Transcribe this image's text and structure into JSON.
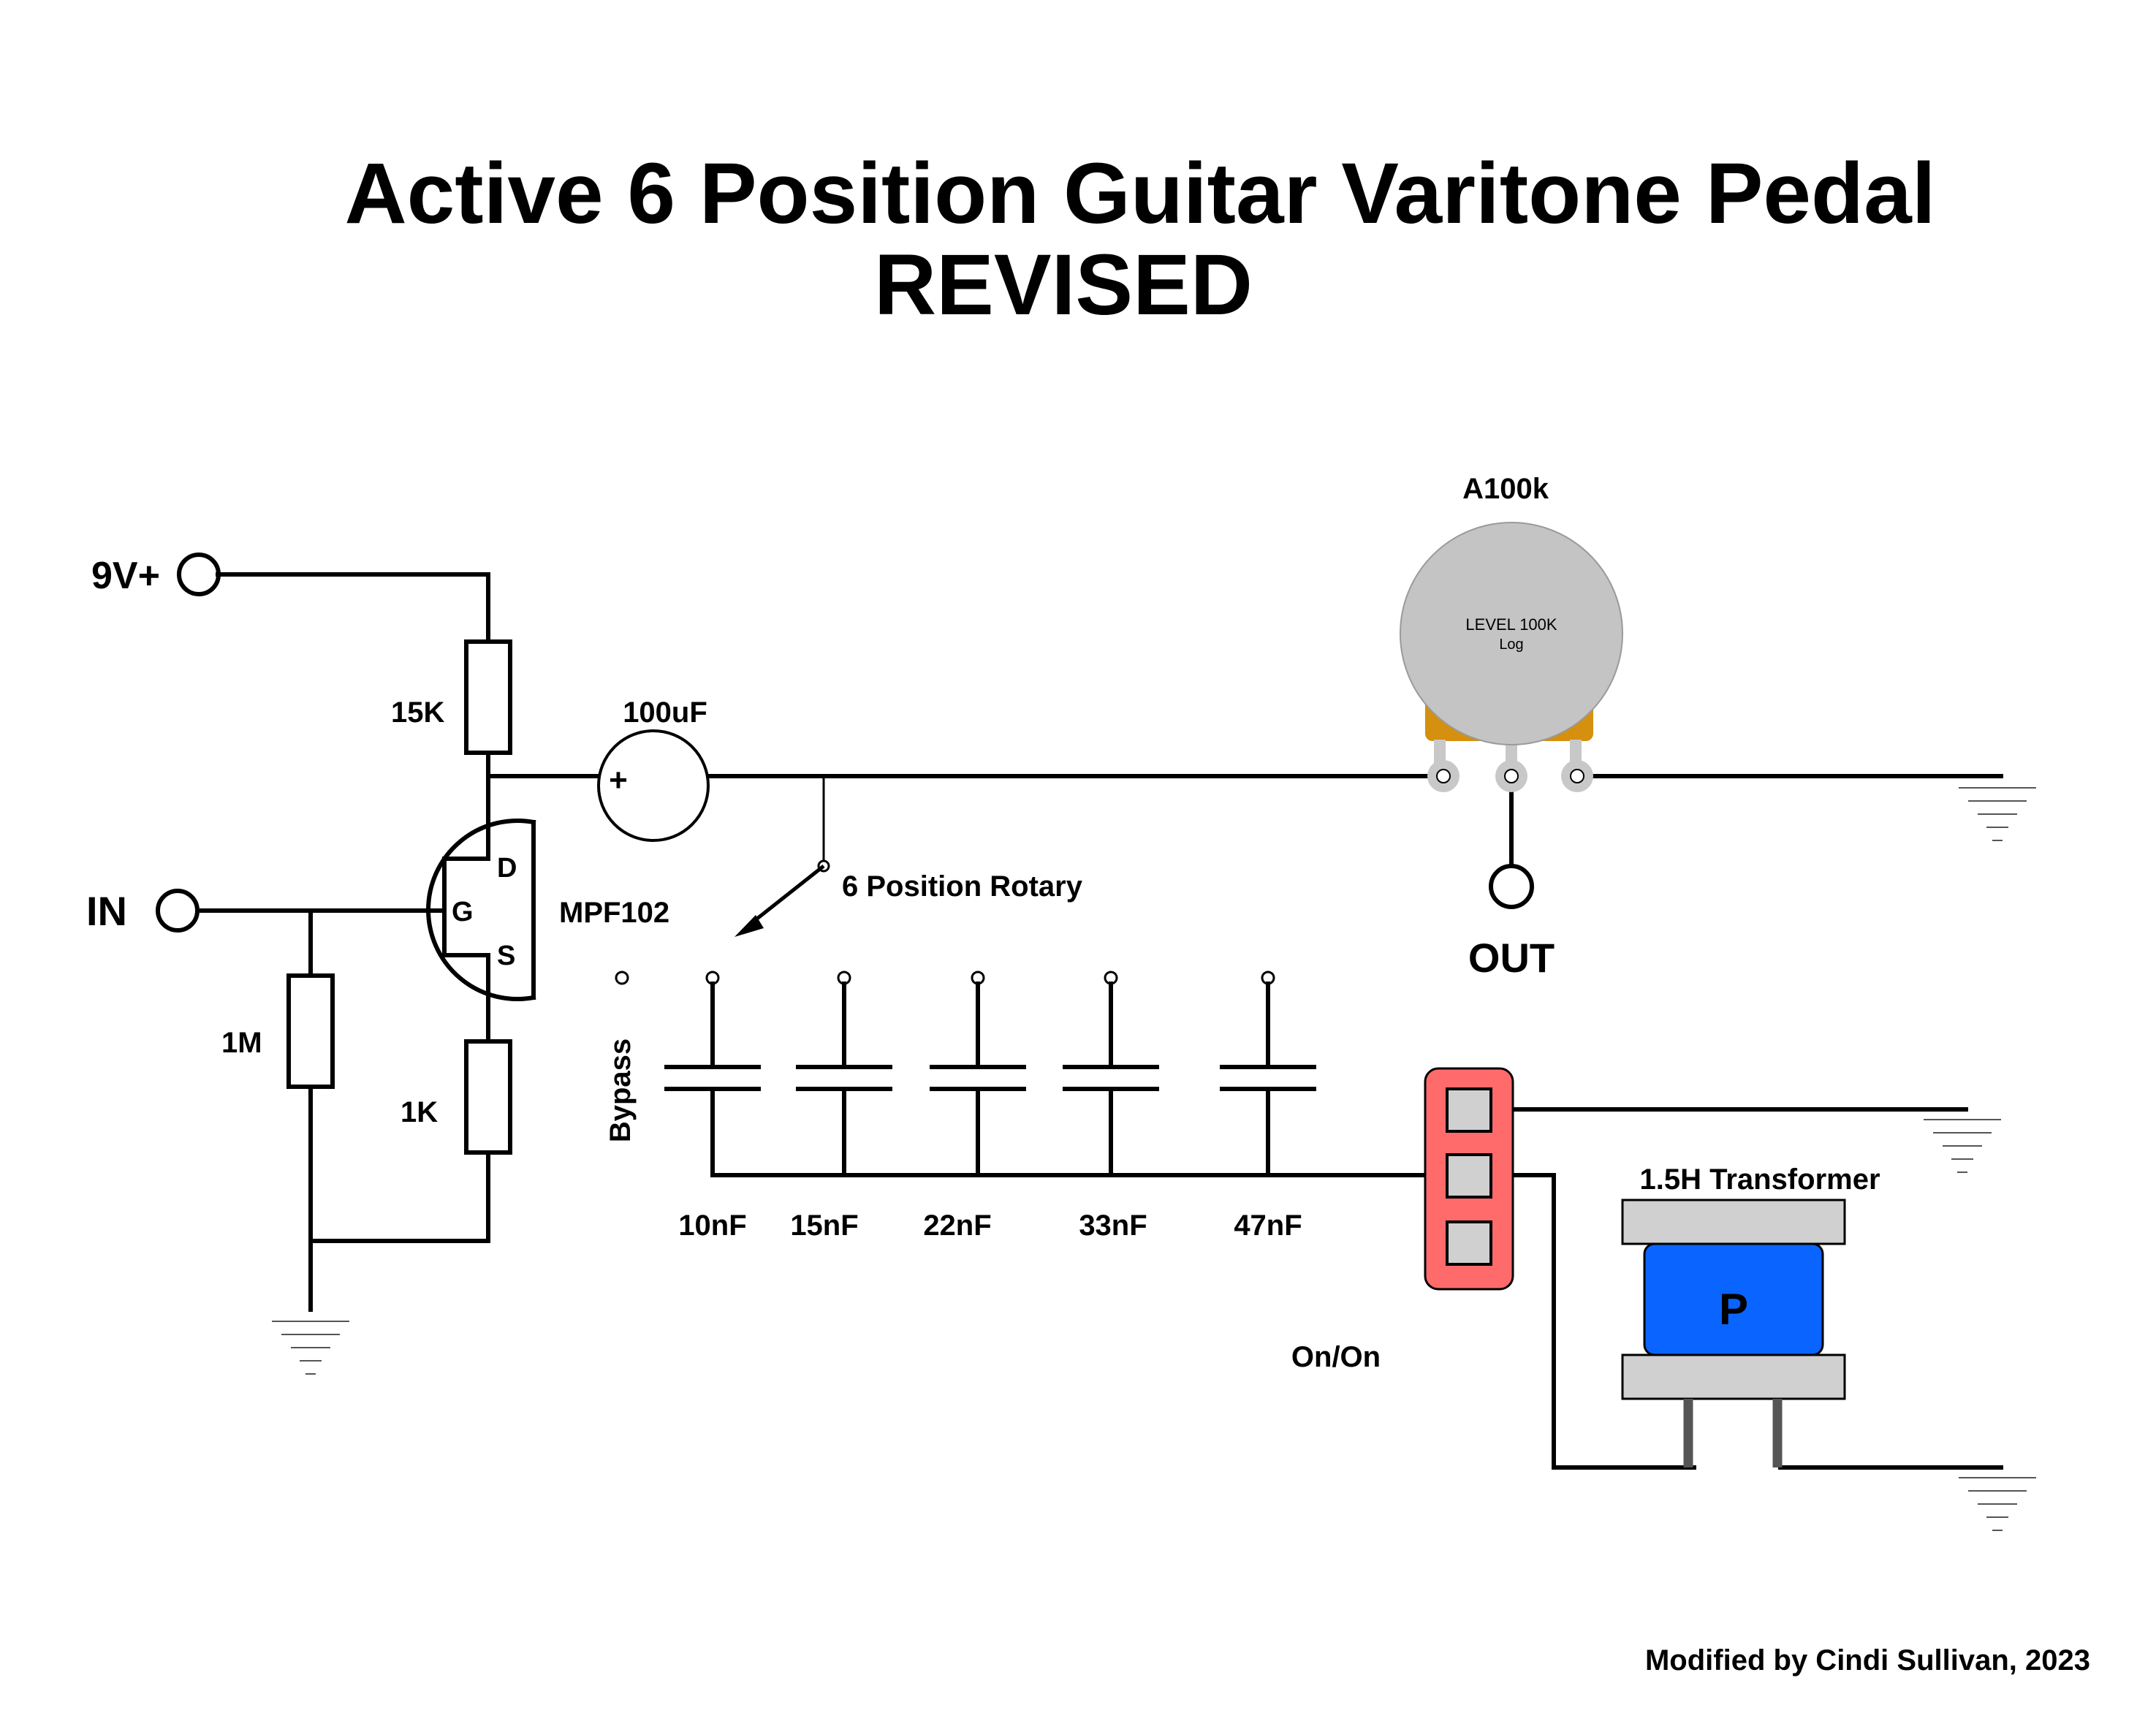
{
  "title": {
    "line1": "Active 6 Position Guitar Varitone Pedal",
    "line2": "REVISED"
  },
  "labels": {
    "supply": "9V+",
    "input": "IN",
    "output": "OUT",
    "r_drain": "15K",
    "r_gate": "1M",
    "r_source": "1K",
    "cap_out": "100uF",
    "cap_polarity": "+",
    "jfet": "MPF102",
    "pin_d": "D",
    "pin_g": "G",
    "pin_s": "S",
    "rotary": "6 Position Rotary",
    "bypass": "Bypass",
    "switch": "On/On",
    "transformer": "1.5H Transformer",
    "transformer_core": "P",
    "credit": "Modified by Cindi Sullivan, 2023"
  },
  "pot": {
    "value": "A100k",
    "face_line1": "LEVEL 100K",
    "face_line2": "Log"
  },
  "capacitors": [
    "10nF",
    "15nF",
    "22nF",
    "33nF",
    "47nF"
  ],
  "colors": {
    "pot_face": "#c4c4c4",
    "pot_base": "#d4900e",
    "switch_body": "#ff6b6b",
    "transformer_core": "#0a64ff",
    "transformer_plate": "#d0d0d0",
    "lug": "#c8c8c8",
    "ground": "#555555"
  }
}
